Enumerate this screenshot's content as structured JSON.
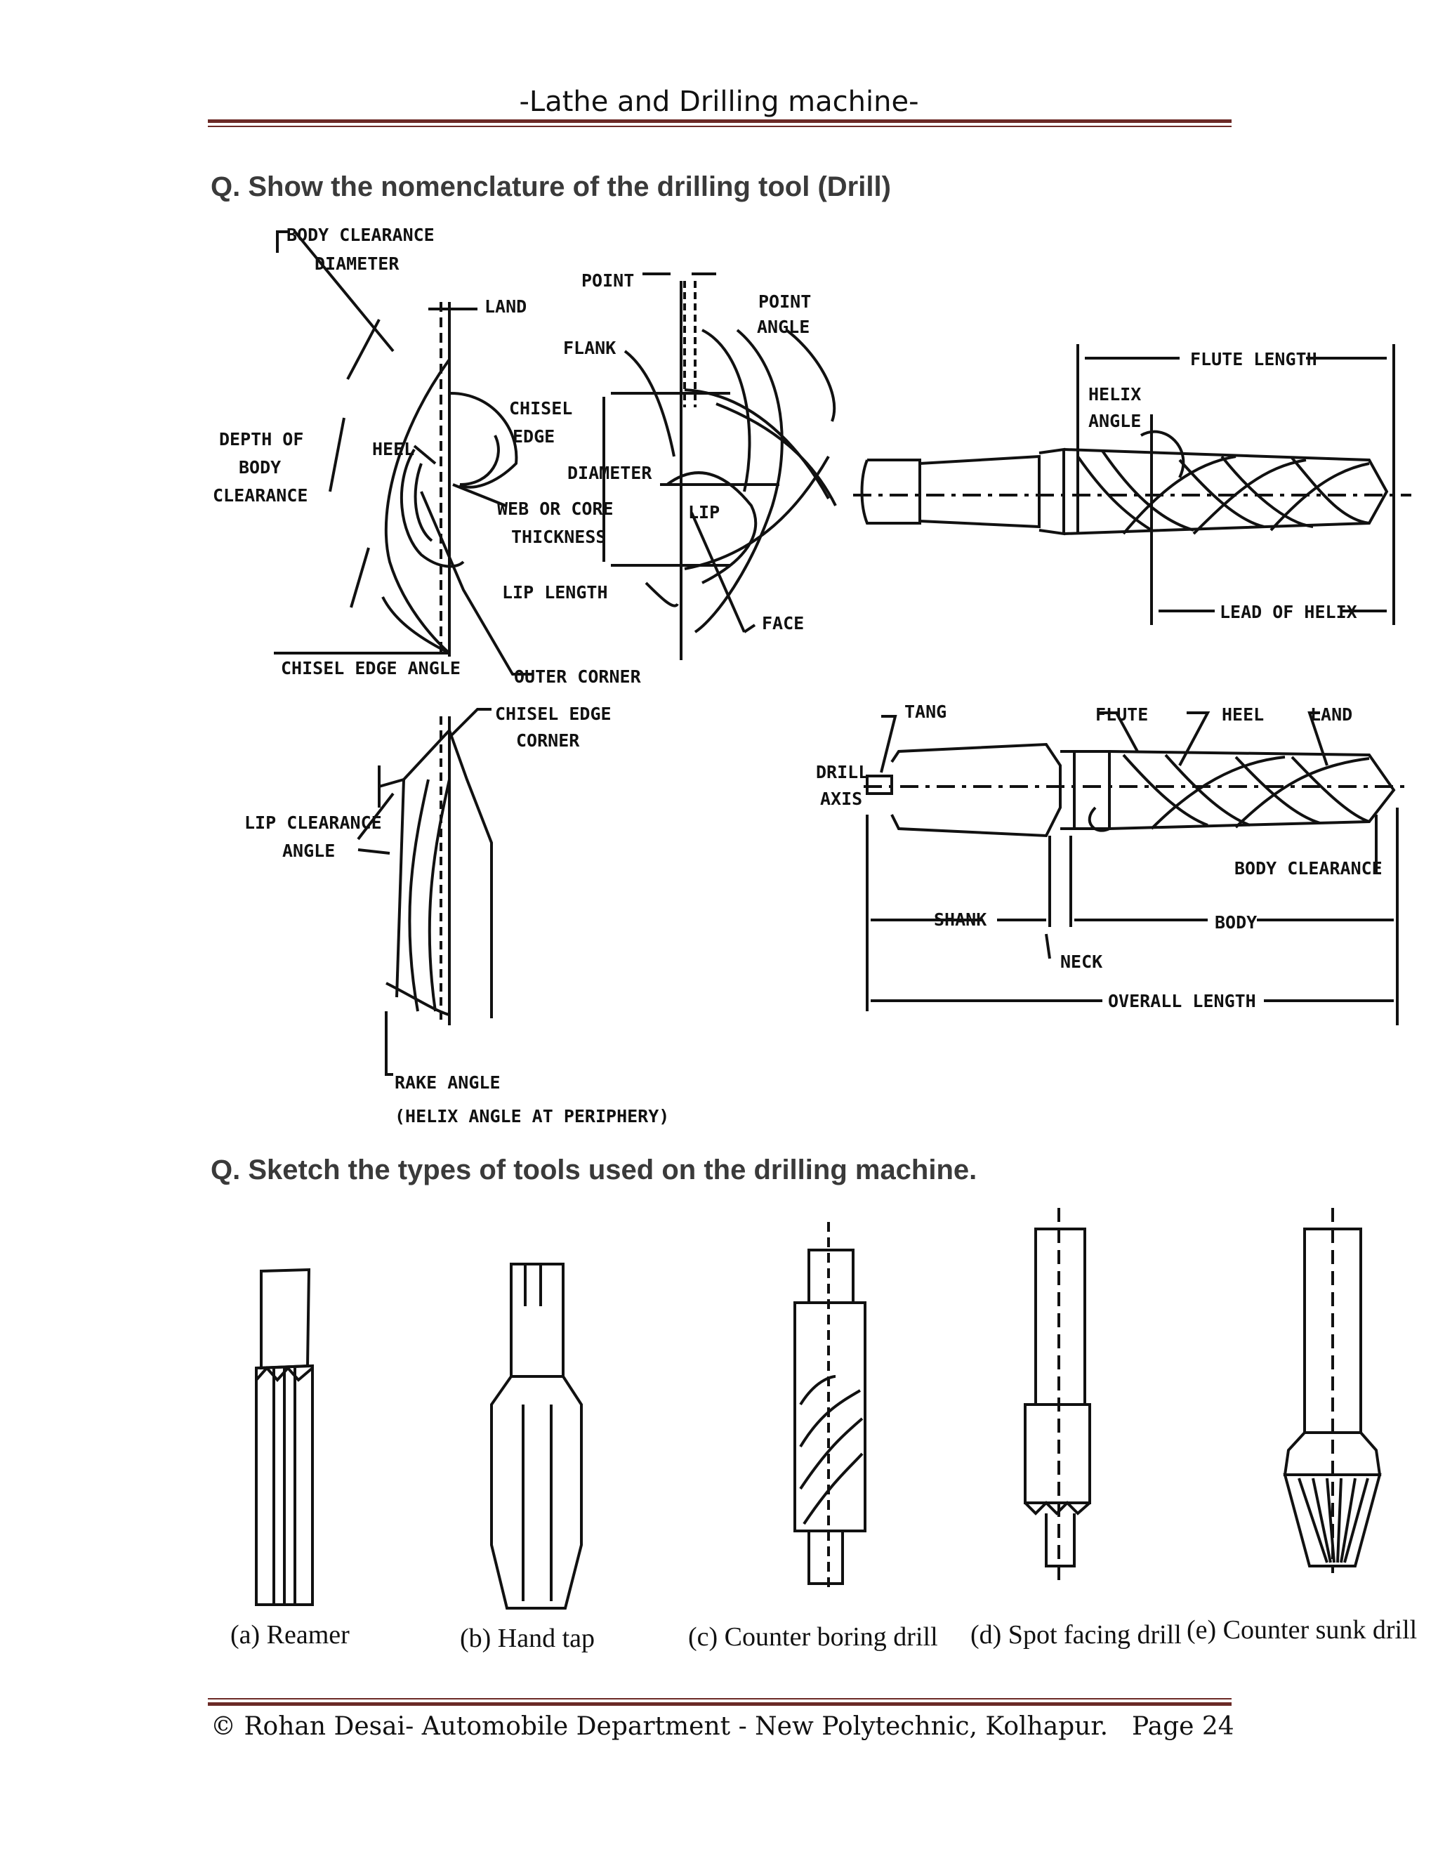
{
  "header": {
    "title": "-Lathe and Drilling machine-"
  },
  "questions": [
    "Q. Show the nomenclature of the drilling tool (Drill)",
    "Q. Sketch the types of tools used on the drilling machine."
  ],
  "nomenclature_labels": {
    "body_clearance_diameter_1": "BODY CLEARANCE",
    "body_clearance_diameter_2": "DIAMETER",
    "land_top": "LAND",
    "chisel_edge_1": "CHISEL",
    "chisel_edge_2": "EDGE",
    "depth_1": "DEPTH OF",
    "depth_2": "BODY",
    "depth_3": "CLEARANCE",
    "heel_left": "HEEL",
    "web_1": "WEB OR CORE",
    "web_2": "THICKNESS",
    "chisel_edge_angle": "CHISEL EDGE ANGLE",
    "outer_corner": "OUTER CORNER",
    "point": "POINT",
    "point_angle_1": "POINT",
    "point_angle_2": "ANGLE",
    "flank": "FLANK",
    "diameter": "DIAMETER",
    "lip": "LIP",
    "lip_length": "LIP LENGTH",
    "face": "FACE",
    "flute_length": "FLUTE LENGTH",
    "helix_angle_1": "HELIX",
    "helix_angle_2": "ANGLE",
    "lead_of_helix": "LEAD OF HELIX",
    "chisel_edge_corner_1": "CHISEL EDGE",
    "chisel_edge_corner_2": "CORNER",
    "lip_clearance_1": "LIP CLEARANCE",
    "lip_clearance_2": "ANGLE",
    "rake_angle_1": "RAKE ANGLE",
    "rake_angle_2": "(HELIX ANGLE AT PERIPHERY)",
    "tang": "TANG",
    "flute": "FLUTE",
    "heel": "HEEL",
    "land": "LAND",
    "drill_axis_1": "DRILL",
    "drill_axis_2": "AXIS",
    "body_clearance": "BODY CLEARANCE",
    "shank": "SHANK",
    "body": "BODY",
    "neck": "NECK",
    "overall_length": "OVERALL LENGTH"
  },
  "tool_captions": [
    "(a) Reamer",
    "(b) Hand tap",
    "(c) Counter boring drill",
    "(d) Spot facing drill",
    "(e) Counter sunk drill"
  ],
  "footer": {
    "left": "© Rohan Desai- Automobile Department - New Polytechnic, Kolhapur.",
    "right": "Page 24"
  },
  "colors": {
    "rule": "#6b2a26",
    "question": "#3a3a3a"
  }
}
